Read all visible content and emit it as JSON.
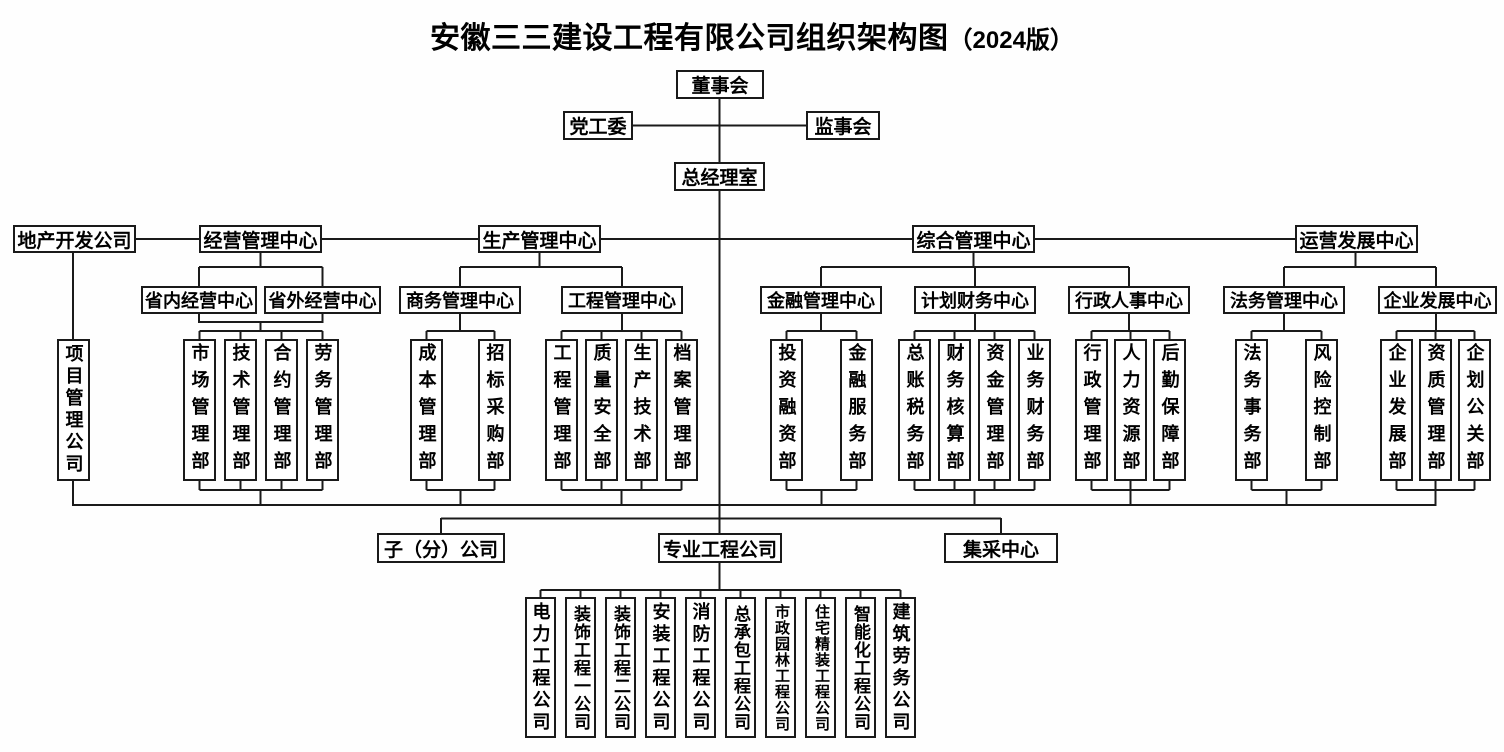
{
  "title_main": "安徽三三建设工程有限公司组织架构图",
  "title_suffix": "（2024版）",
  "colors": {
    "line": "#1a1a1a",
    "background": "#ffffff",
    "box_fill": "#ffffff"
  },
  "org": {
    "board": "董事会",
    "party_committee": "党工委",
    "supervisory_board": "监事会",
    "gm_office": "总经理室",
    "centers": [
      "地产开发公司",
      "经营管理中心",
      "生产管理中心",
      "综合管理中心",
      "运营发展中心"
    ],
    "sub_centers": [
      "省内经营中心",
      "省外经营中心",
      "商务管理中心",
      "工程管理中心",
      "金融管理中心",
      "计划财务中心",
      "行政人事中心",
      "法务管理中心",
      "企业发展中心"
    ],
    "departments": [
      "项目管理公司",
      "市场管理部",
      "技术管理部",
      "合约管理部",
      "劳务管理部",
      "成本管理部",
      "招标采购部",
      "工程管理部",
      "质量安全部",
      "生产技术部",
      "档案管理部",
      "投资融资部",
      "金融服务部",
      "总账税务部",
      "财务核算部",
      "资金管理部",
      "业务财务部",
      "行政管理部",
      "人力资源部",
      "后勤保障部",
      "法务事务部",
      "风险控制部",
      "企业发展部",
      "资质管理部",
      "企划公关部"
    ],
    "tier2": [
      "子（分）公司",
      "专业工程公司",
      "集采中心"
    ],
    "subsidiaries": [
      "电力工程公司",
      "装饰工程一公司",
      "装饰工程二公司",
      "安装工程公司",
      "消防工程公司",
      "总承包工程公司",
      "市政园林工程公司",
      "住宅精装工程公司",
      "智能化工程公司",
      "建筑劳务公司"
    ]
  }
}
